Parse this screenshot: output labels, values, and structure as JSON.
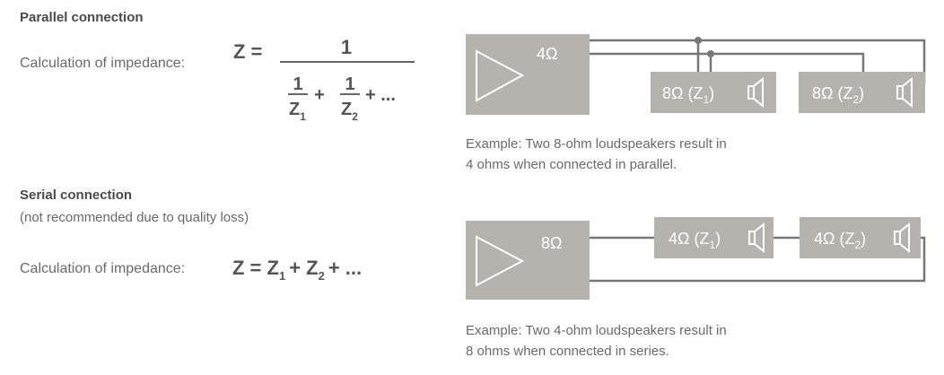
{
  "parallel": {
    "heading": "Parallel connection",
    "calc_label": "Calculation of impedance:",
    "formula": {
      "lhs": "Z =",
      "numerator": "1",
      "terms": [
        {
          "num": "1",
          "den": "Z",
          "sub": "1"
        },
        {
          "num": "1",
          "den": "Z",
          "sub": "2"
        }
      ],
      "plus": "+",
      "ellipsis": "+ ..."
    },
    "amp_label": "4Ω",
    "speakers": [
      {
        "value": "8Ω (Z",
        "sub": "1",
        "close": ")"
      },
      {
        "value": "8Ω (Z",
        "sub": "2",
        "close": ")"
      }
    ],
    "caption_lines": [
      "Example: Two 8-ohm loudspeakers result in",
      "4 ohms when connected in parallel."
    ]
  },
  "serial": {
    "heading": "Serial connection",
    "subheading": "(not recommended due to quality loss)",
    "calc_label": "Calculation of impedance:",
    "formula": {
      "lhs": "Z = Z",
      "sub1": "1",
      "plus": "+ Z",
      "sub2": "2",
      "ellipsis": "+ ..."
    },
    "amp_label": "8Ω",
    "speakers": [
      {
        "value": "4Ω (Z",
        "sub": "1",
        "close": ")"
      },
      {
        "value": "4Ω (Z",
        "sub": "2",
        "close": ")"
      }
    ],
    "caption_lines": [
      "Example: Two 4-ohm loudspeakers result in",
      "8 ohms when connected in series."
    ]
  },
  "colors": {
    "box_fill": "#b4b3ad",
    "wire": "#777777",
    "text": "#6a6a6a"
  }
}
